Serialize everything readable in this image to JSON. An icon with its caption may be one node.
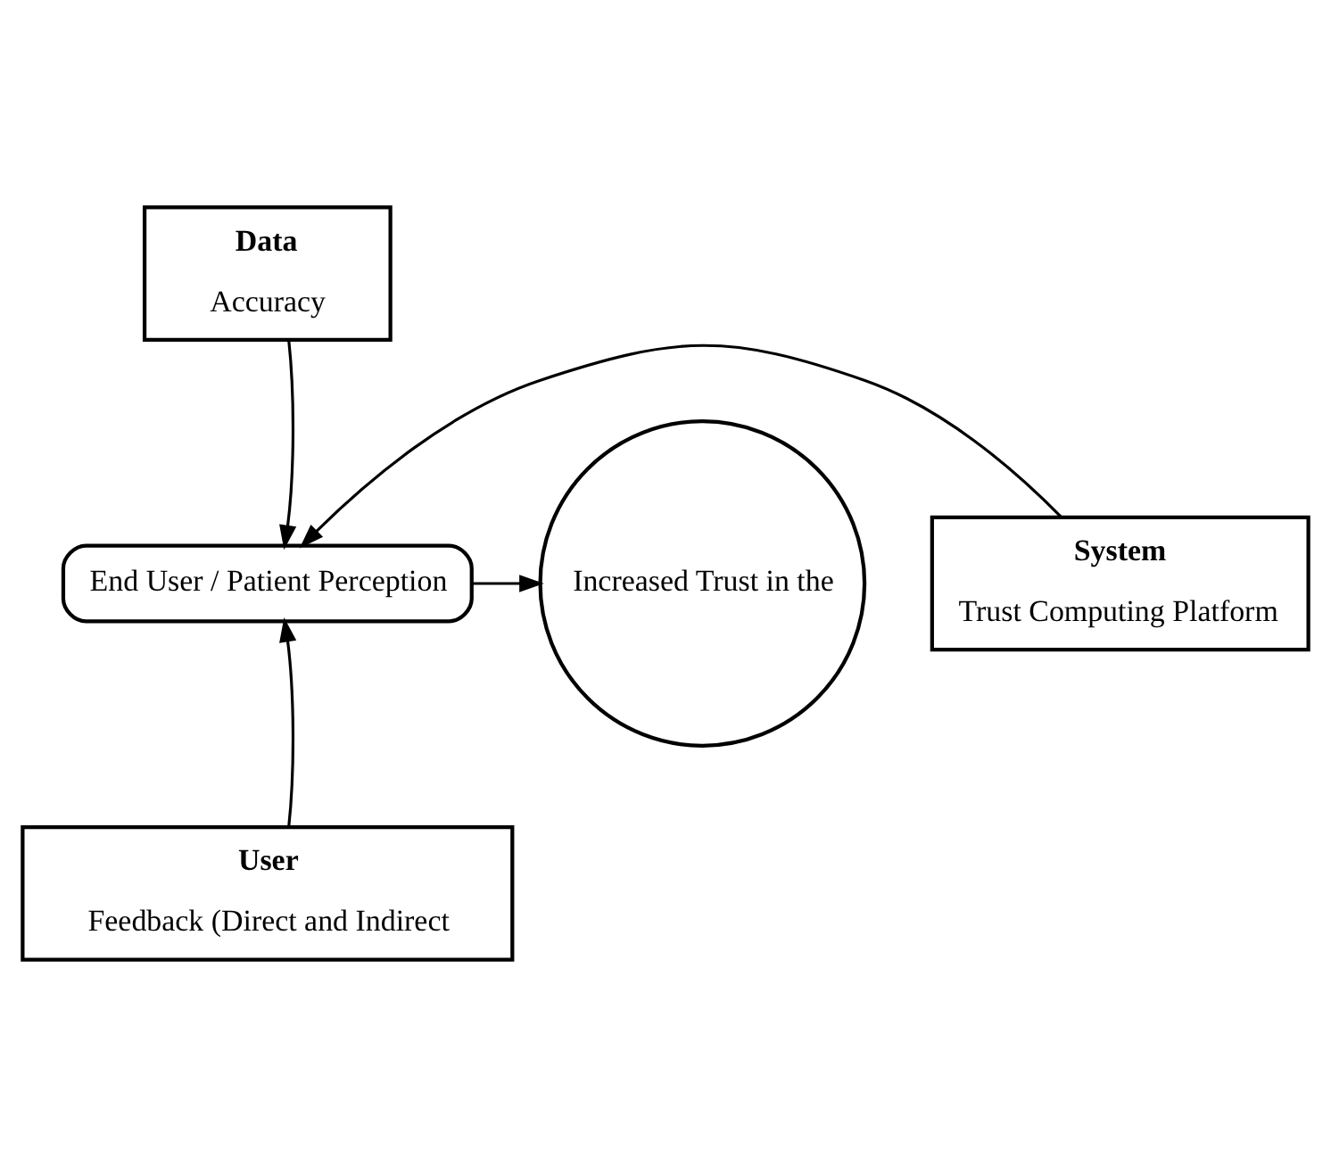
{
  "diagram": {
    "nodes": [
      {
        "text": [
          "Data",
          "Accuracy"
        ]
      },
      {
        "text": [
          "System",
          "Trust Computing Platform"
        ]
      },
      {
        "text": [
          "End User / Patient Perception"
        ]
      },
      {
        "text": [
          "Increased Trust in the"
        ]
      },
      {
        "text": [
          "User",
          "Feedback (Direct and Indirect"
        ]
      }
    ],
    "edges": [
      {
        "from": 0,
        "to": 2,
        "arrow": "to"
      },
      {
        "from": 1,
        "to": 2,
        "arrow": "to"
      },
      {
        "from": 2,
        "to": 3,
        "arrow": "to"
      },
      {
        "from": 4,
        "to": 2,
        "arrow": "to"
      }
    ]
  }
}
